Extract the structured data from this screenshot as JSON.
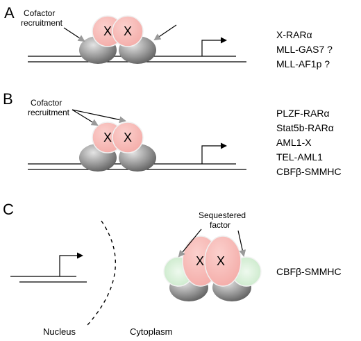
{
  "colors": {
    "protein_pink": "#f6b3b0",
    "protein_pink_stroke": "#e8e8e8",
    "dna_binding_grey": "#7a7a7a",
    "sequestered_green": "#d9f0d9",
    "arrow_grey": "#9a9a9a",
    "line_black": "#000000"
  },
  "icons": [
    "promoter-arrow-icon",
    "dna-binding-domain-icon",
    "dimer-icon",
    "sequestered-factor-icon"
  ],
  "panel_a": {
    "letter": "A",
    "callout_line1": "Cofactor",
    "callout_line2": "recruitment",
    "dimer_left": "X",
    "dimer_right": "X",
    "fusions": [
      "X-RARα",
      "MLL-GAS7 ?",
      "MLL-AF1p ?"
    ]
  },
  "panel_b": {
    "letter": "B",
    "callout_line1": "Cofactor",
    "callout_line2": "recruitment",
    "dimer_left": "X",
    "dimer_right": "X",
    "fusions": [
      "PLZF-RARα",
      "Stat5b-RARα",
      "AML1-X",
      "TEL-AML1",
      "CBFβ-SMMHC"
    ]
  },
  "panel_c": {
    "letter": "C",
    "callout_line1": "Sequestered",
    "callout_line2": "factor",
    "dimer_left": "X",
    "dimer_right": "X",
    "nucleus_label": "Nucleus",
    "cytoplasm_label": "Cytoplasm",
    "fusions": [
      "CBFβ-SMMHC"
    ]
  }
}
